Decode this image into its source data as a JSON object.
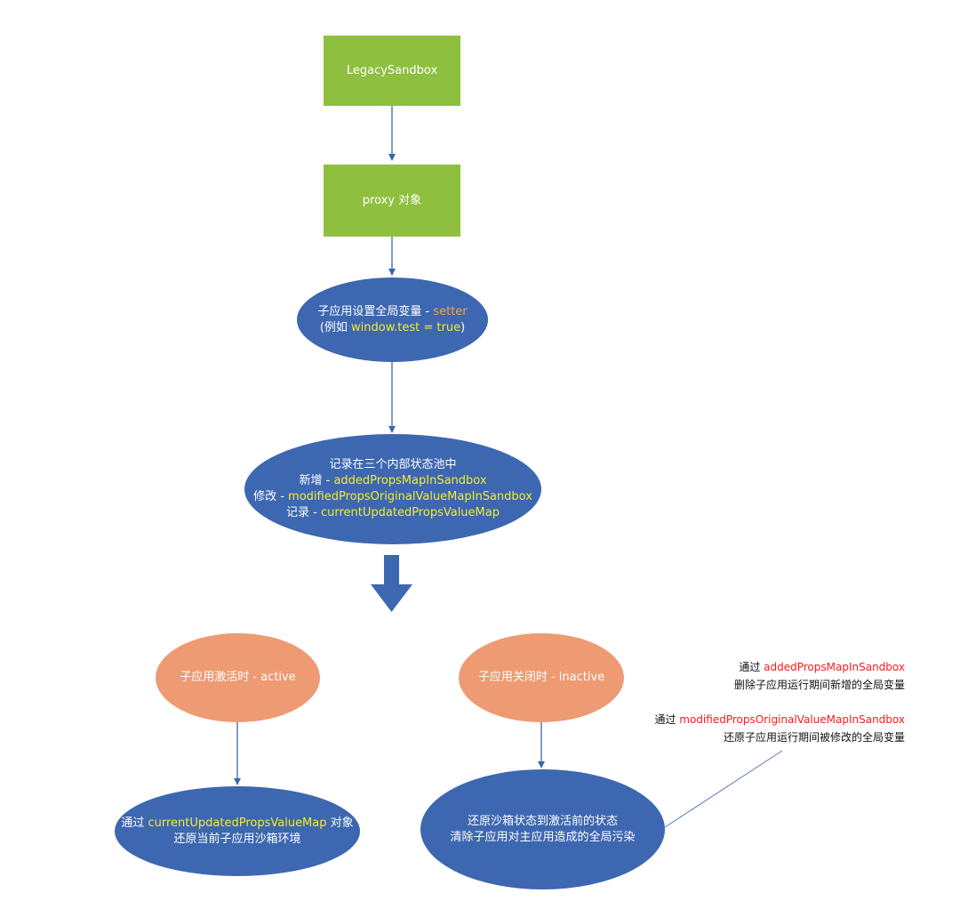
{
  "colors": {
    "green": "#8ebf3f",
    "blue": "#3d67b0",
    "salmon": "#ee9a73",
    "highlight_yellow": "#f4ec2b",
    "highlight_orange": "#f3a43a",
    "highlight_red": "#ff1a1a"
  },
  "legacy_sandbox": {
    "label": "LegacySandbox"
  },
  "proxy": {
    "label": "proxy 对象"
  },
  "setter": {
    "prefix": "子应用设置全局变量 - ",
    "method": "setter",
    "example_prefix": "(例如 ",
    "example_code": "window.test = true",
    "example_suffix": ")"
  },
  "record": {
    "title": "记录在三个内部状态池中",
    "rows": [
      {
        "label": "新增 - ",
        "name": "addedPropsMapInSandbox"
      },
      {
        "label": "修改 - ",
        "name": "modifiedPropsOriginalValueMapInSandbox"
      },
      {
        "label": "记录 - ",
        "name": "currentUpdatedPropsValueMap"
      }
    ]
  },
  "active": {
    "label": "子应用激活时 - active"
  },
  "inactive": {
    "label": "子应用关闭时 - inactive"
  },
  "restore_active": {
    "prefix": "通过 ",
    "name": "currentUpdatedPropsValueMap",
    "suffix": " 对象",
    "line2": "还原当前子应用沙箱环境"
  },
  "restore_inactive": {
    "line1": "还原沙箱状态到激活前的状态",
    "line2": "清除子应用对主应用造成的全局污染"
  },
  "notes": [
    {
      "prefix": "通过 ",
      "name": "addedPropsMapInSandbox",
      "text": "删除子应用运行期间新增的全局变量"
    },
    {
      "prefix": "通过 ",
      "name": "modifiedPropsOriginalValueMapInSandbox",
      "text": "还原子应用运行期间被修改的全局变量"
    }
  ]
}
